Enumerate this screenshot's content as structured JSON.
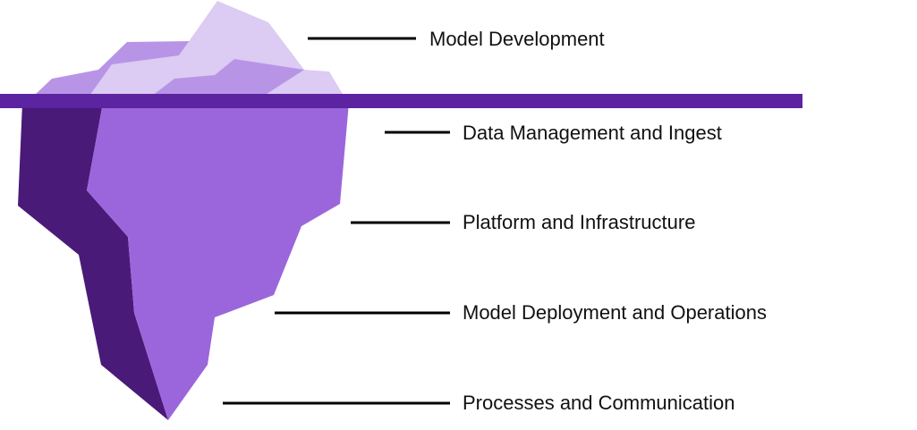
{
  "diagram": {
    "type": "iceberg",
    "colors": {
      "tip_light": "#dccbf2",
      "tip_mid": "#b894e6",
      "body": "#9b66db",
      "shadow": "#4a1a78",
      "waterline": "#5c24a0",
      "connector": "#000000"
    },
    "above_water": [
      {
        "label": "Model Development"
      }
    ],
    "below_water": [
      {
        "label": "Data Management and Ingest"
      },
      {
        "label": "Platform and Infrastructure"
      },
      {
        "label": "Model Deployment and Operations"
      },
      {
        "label": "Processes and Communication"
      }
    ]
  }
}
